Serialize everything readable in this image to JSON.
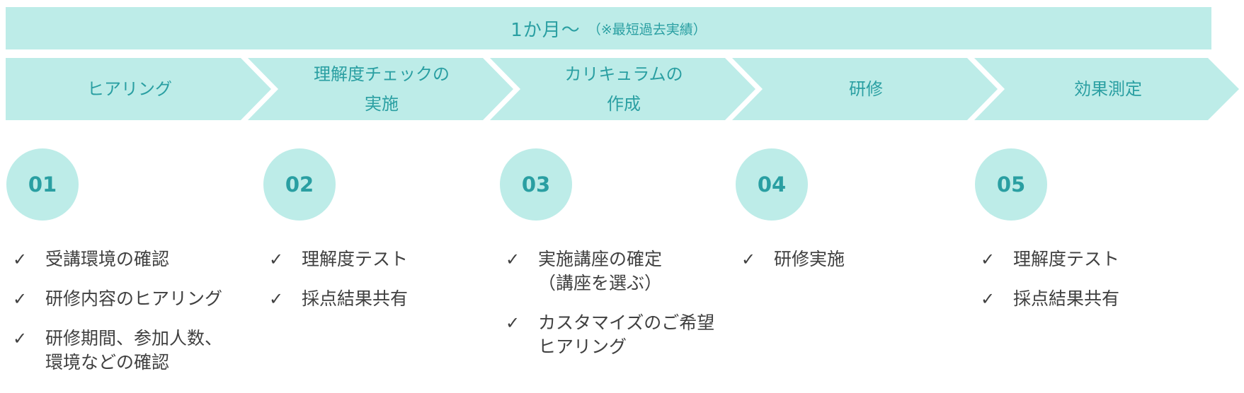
{
  "duration": {
    "main": "1か月〜",
    "note": "（※最短過去実績）"
  },
  "colors": {
    "accent_fill": "#bdece8",
    "accent_text": "#2a9fa2",
    "body_text": "#404040"
  },
  "check_icon": "✓",
  "steps": [
    {
      "label": "ヒアリング",
      "number": "01",
      "items": [
        "受講環境の確認",
        "研修内容のヒアリング",
        "研修期間、参加人数、\n環境などの確認"
      ]
    },
    {
      "label": "理解度チェックの\n実施",
      "number": "02",
      "items": [
        "理解度テスト",
        "採点結果共有"
      ]
    },
    {
      "label": "カリキュラムの\n作成",
      "number": "03",
      "items": [
        "実施講座の確定\n（講座を選ぶ）",
        "カスタマイズのご希望\nヒアリング"
      ]
    },
    {
      "label": "研修",
      "number": "04",
      "items": [
        "研修実施"
      ]
    },
    {
      "label": "効果測定",
      "number": "05",
      "items": [
        "理解度テスト",
        "採点結果共有"
      ]
    }
  ]
}
